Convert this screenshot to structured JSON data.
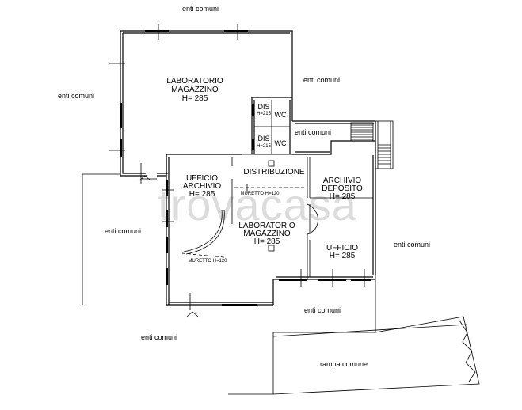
{
  "plan": {
    "common_areas": [
      "enti comuni",
      "enti comuni",
      "enti comuni",
      "enti comuni",
      "enti comuni",
      "enti comuni",
      "enti comuni",
      "enti comuni"
    ],
    "rooms": {
      "lab_top": {
        "name": "LABORATORIO",
        "name2": "MAGAZZINO",
        "height": "H= 285"
      },
      "dis_1": {
        "name": "DIS",
        "height": "H=215"
      },
      "wc_1": {
        "name": "WC"
      },
      "dis_2": {
        "name": "DIS",
        "height": "H=215"
      },
      "wc_2": {
        "name": "WC"
      },
      "distribuzione": {
        "name": "DISTRIBUZIONE"
      },
      "ufficio_archivio": {
        "name": "UFFICIO",
        "name2": "ARCHIVIO",
        "height": "H= 285"
      },
      "archivio_deposito": {
        "name": "ARCHIVIO",
        "name2": "DEPOSITO",
        "height": "H= 285"
      },
      "lab_bottom": {
        "name": "LABORATORIO",
        "name2": "MAGAZZINO",
        "height": "H= 285"
      },
      "ufficio": {
        "name": "UFFICIO",
        "height": "H= 285"
      }
    },
    "muretto_1": "MURETTO H=120",
    "muretto_2": "MURETTO H=120",
    "ramp": "rampa comune",
    "watermark": "trovacasa"
  }
}
